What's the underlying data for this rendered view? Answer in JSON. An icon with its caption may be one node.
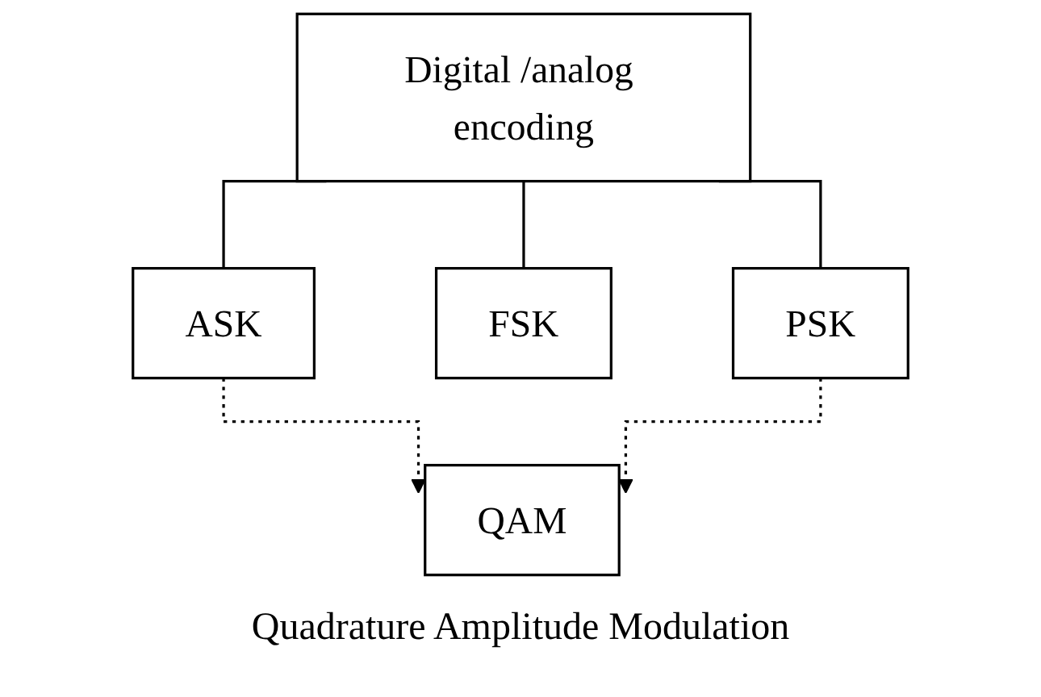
{
  "diagram": {
    "nodes": [
      {
        "text": [
          "Digital /analog encoding"
        ]
      },
      {
        "text": [
          "ASK"
        ]
      },
      {
        "text": [
          "FSK"
        ]
      },
      {
        "text": [
          "PSK"
        ]
      },
      {
        "text": [
          "QAM"
        ],
        "beside": [
          "Quadrature Amplitude Modulation"
        ]
      }
    ],
    "edges": [
      {
        "from": 0,
        "to": 1,
        "arrow": "none"
      },
      {
        "from": 0,
        "to": 2,
        "arrow": "none"
      },
      {
        "from": 0,
        "to": 3,
        "arrow": "none"
      },
      {
        "from": 1,
        "to": 4,
        "arrow": "to",
        "style": "dashed"
      },
      {
        "from": 3,
        "to": 4,
        "arrow": "to",
        "style": "dashed"
      }
    ]
  }
}
